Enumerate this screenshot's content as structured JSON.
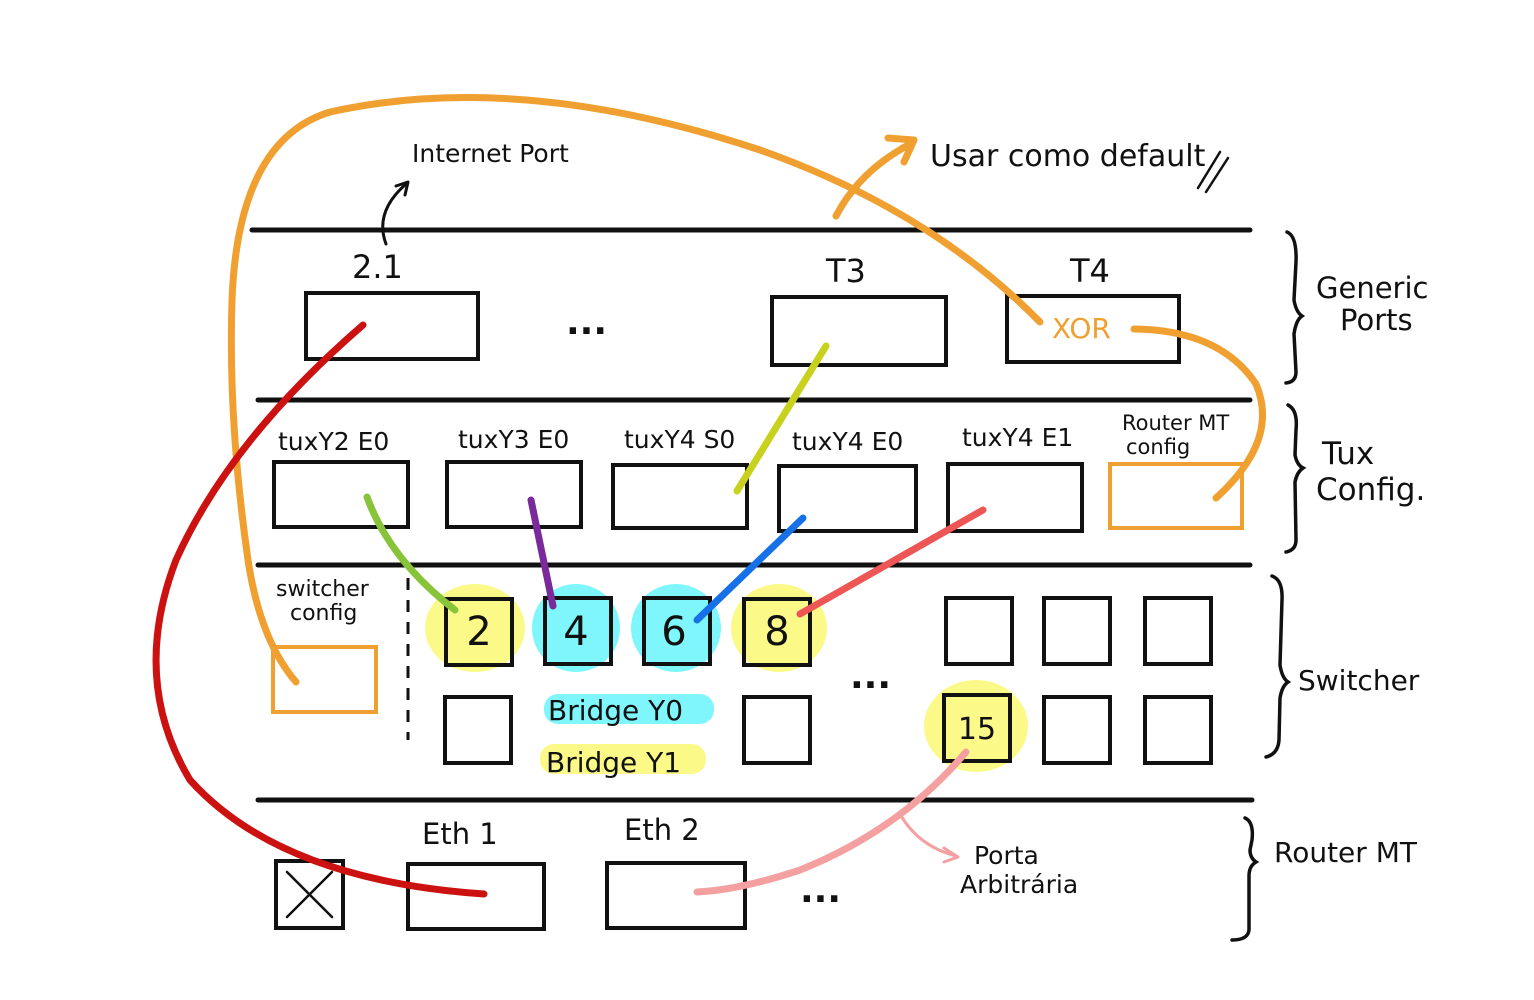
{
  "annotations": {
    "internet_port": "Internet Port",
    "usar_default": "Usar como default",
    "porta_arbitraria_1": "Porta",
    "porta_arbitraria_2": "Arbitrária"
  },
  "layers": {
    "generic_ports_1": "Generic",
    "generic_ports_2": "Ports",
    "tux_config_1": "Tux",
    "tux_config_2": "Config.",
    "switcher": "Switcher",
    "router_mt": "Router MT"
  },
  "generic_ports": {
    "p21": "2.1",
    "ellipsis": "...",
    "t3": "T3",
    "t4": "T4",
    "xor": "XOR"
  },
  "tux_ports": {
    "tuxy2": "tuxY2  E0",
    "tuxy3": "tuxY3 E0",
    "tuxy4s0": "tuxY4  S0",
    "tuxy4e0": "tuxY4  E0",
    "tuxy4e1": "tuxY4  E1",
    "router_cfg_1": "Router MT",
    "router_cfg_2": "config"
  },
  "switcher": {
    "config_1": "switcher",
    "config_2": "config",
    "port2": "2",
    "port4": "4",
    "port6": "6",
    "port8": "8",
    "port15": "15",
    "ellipsis": "...",
    "bridge0": "Bridge Y0",
    "bridge1": "Bridge Y1"
  },
  "router": {
    "eth1": "Eth 1",
    "eth2": "Eth 2",
    "ellipsis": "..."
  },
  "colors": {
    "orange": "#f0a030",
    "red": "#cc1111",
    "green": "#88c43a",
    "purple": "#7a2a9a",
    "yellow_green": "#c8d21e",
    "blue": "#1670e8",
    "salmon": "#ee5555",
    "pink": "#f4a0a0",
    "cyan_highlight": "#7ef6fb",
    "yellow_highlight": "#fbfa88"
  }
}
